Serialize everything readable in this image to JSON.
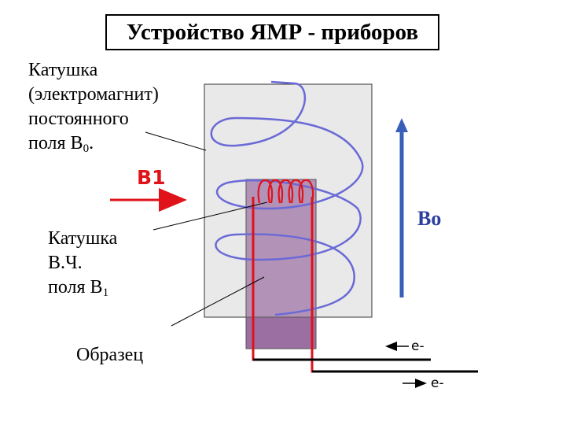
{
  "title": "Устройство ЯМР - приборов",
  "labels": {
    "coil_b0": {
      "line1": "Катушка",
      "line2": "(электромагнит)",
      "line3": "постоянного",
      "line4_prefix": "поля B",
      "line4_sub": "0",
      "line4_suffix": "."
    },
    "b1_arrow": {
      "text": "B",
      "sub": "1"
    },
    "coil_rf": {
      "line1": "Катушка",
      "line2": "В.Ч.",
      "line3_prefix": "поля B",
      "line3_sub": "1"
    },
    "sample": "Образец",
    "b0_field": "Bo",
    "electron_top": "e-",
    "electron_bottom": "e-"
  },
  "colors": {
    "coil_blue": "#6a6ad6",
    "field_arrow": "#3a5fb8",
    "b1_red": "#e0121a",
    "b0_text": "#2a3fa0",
    "magnet_fill": "#e9e9e9",
    "sample_fill": "#b392b7",
    "sample_bottom": "#9b6fa1",
    "wire_red": "#e0121a"
  }
}
